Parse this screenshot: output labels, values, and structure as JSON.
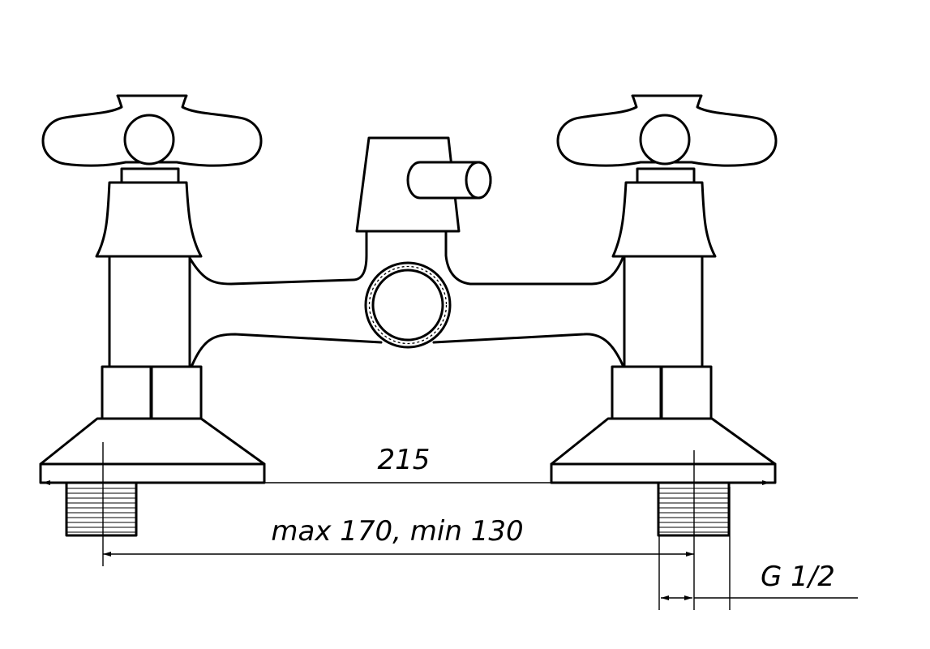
{
  "dimensions": {
    "overall_width": "215",
    "center_distance": "max 170, min 130",
    "thread": "G 1/2"
  }
}
